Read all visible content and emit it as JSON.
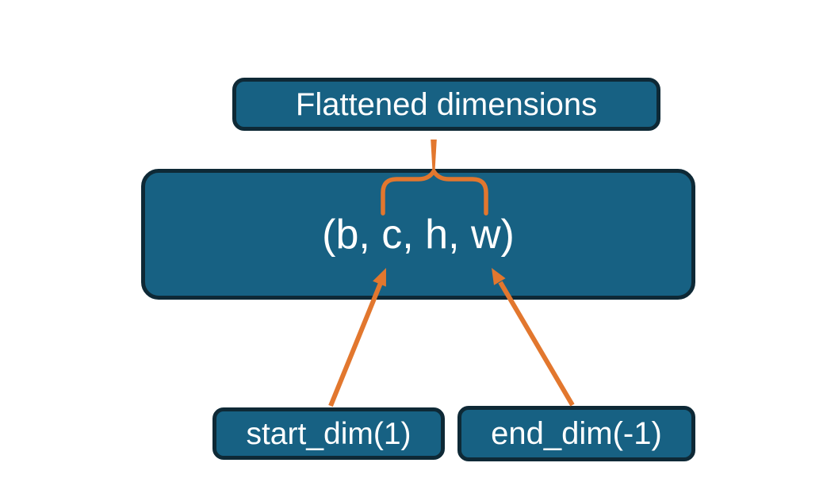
{
  "colors": {
    "background": "#ffffff",
    "box_fill": "#176183",
    "box_border": "#0e2936",
    "box_text": "#ffffff",
    "accent_orange": "#e2772e"
  },
  "diagram": {
    "title_box": {
      "label": "Flattened dimensions"
    },
    "tensor_box": {
      "label": "(b, c, h, w)"
    },
    "start_dim_box": {
      "label": "start_dim(1)"
    },
    "end_dim_box": {
      "label": "end_dim(-1)"
    }
  }
}
